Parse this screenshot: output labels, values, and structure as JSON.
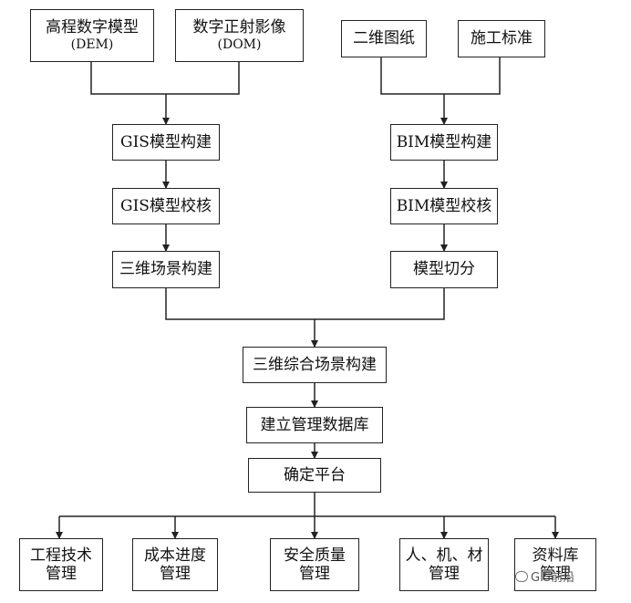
{
  "nodes": {
    "dem": {
      "line1": "高程数字模型",
      "line2": "(DEM)"
    },
    "dom": {
      "line1": "数字正射影像",
      "line2": "(DOM)"
    },
    "drawings": "二维图纸",
    "standards": "施工标准",
    "gis_build": "GIS模型构建",
    "gis_check": "GIS模型校核",
    "scene_build": "三维场景构建",
    "bim_build": "BIM模型构建",
    "bim_check": "BIM模型校核",
    "model_cut": "模型切分",
    "integrated_scene": "三维综合场景构建",
    "database": "建立管理数据库",
    "platform": "确定平台",
    "out_tech": {
      "line1": "工程技术",
      "line2": "管理"
    },
    "out_cost": {
      "line1": "成本进度",
      "line2": "管理"
    },
    "out_safety": {
      "line1": "安全质量",
      "line2": "管理"
    },
    "out_resources": {
      "line1": "人、机、材",
      "line2": "管理"
    },
    "out_library": {
      "line1": "资料库",
      "line2": "管理"
    }
  },
  "watermark": "GIS前沿",
  "colors": {
    "line": "#222222"
  }
}
